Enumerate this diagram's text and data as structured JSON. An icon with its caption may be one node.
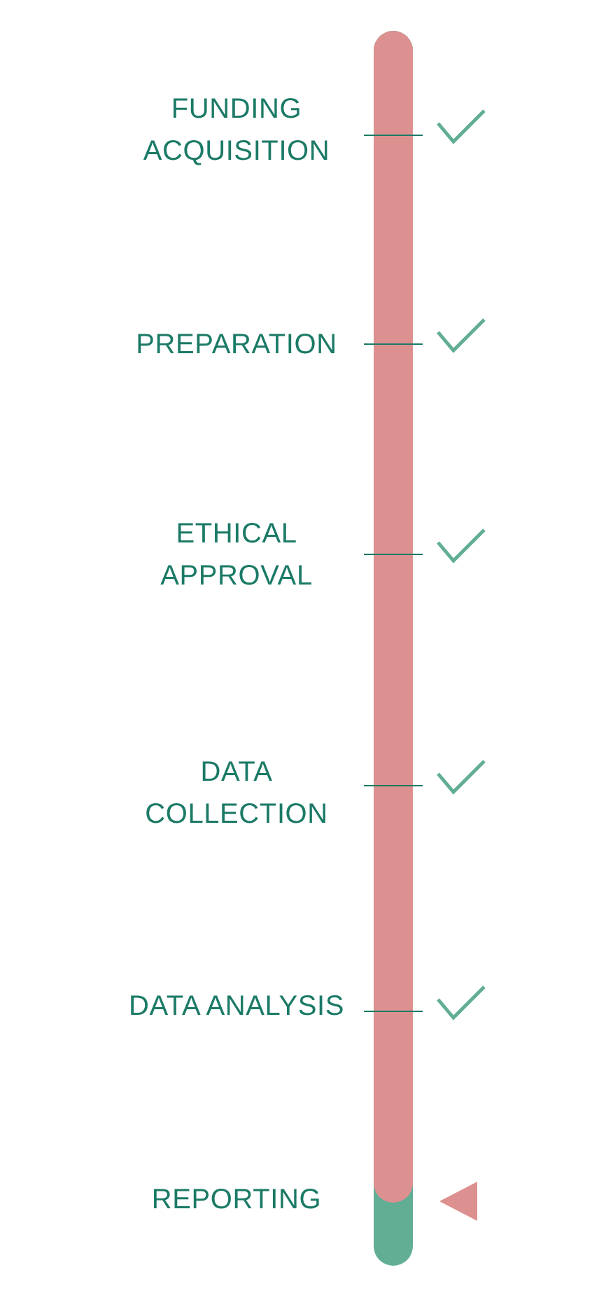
{
  "diagram": {
    "nodes": [
      {
        "text": [
          "FUNDING ACQUISITION"
        ]
      },
      {
        "text": [
          "PREPARATION"
        ]
      },
      {
        "text": [
          "ETHICAL APPROVAL"
        ]
      },
      {
        "text": [
          "DATA COLLECTION"
        ]
      },
      {
        "text": [
          "DATA ANALYSIS"
        ]
      },
      {
        "text": [
          "REPORTING"
        ]
      }
    ]
  }
}
